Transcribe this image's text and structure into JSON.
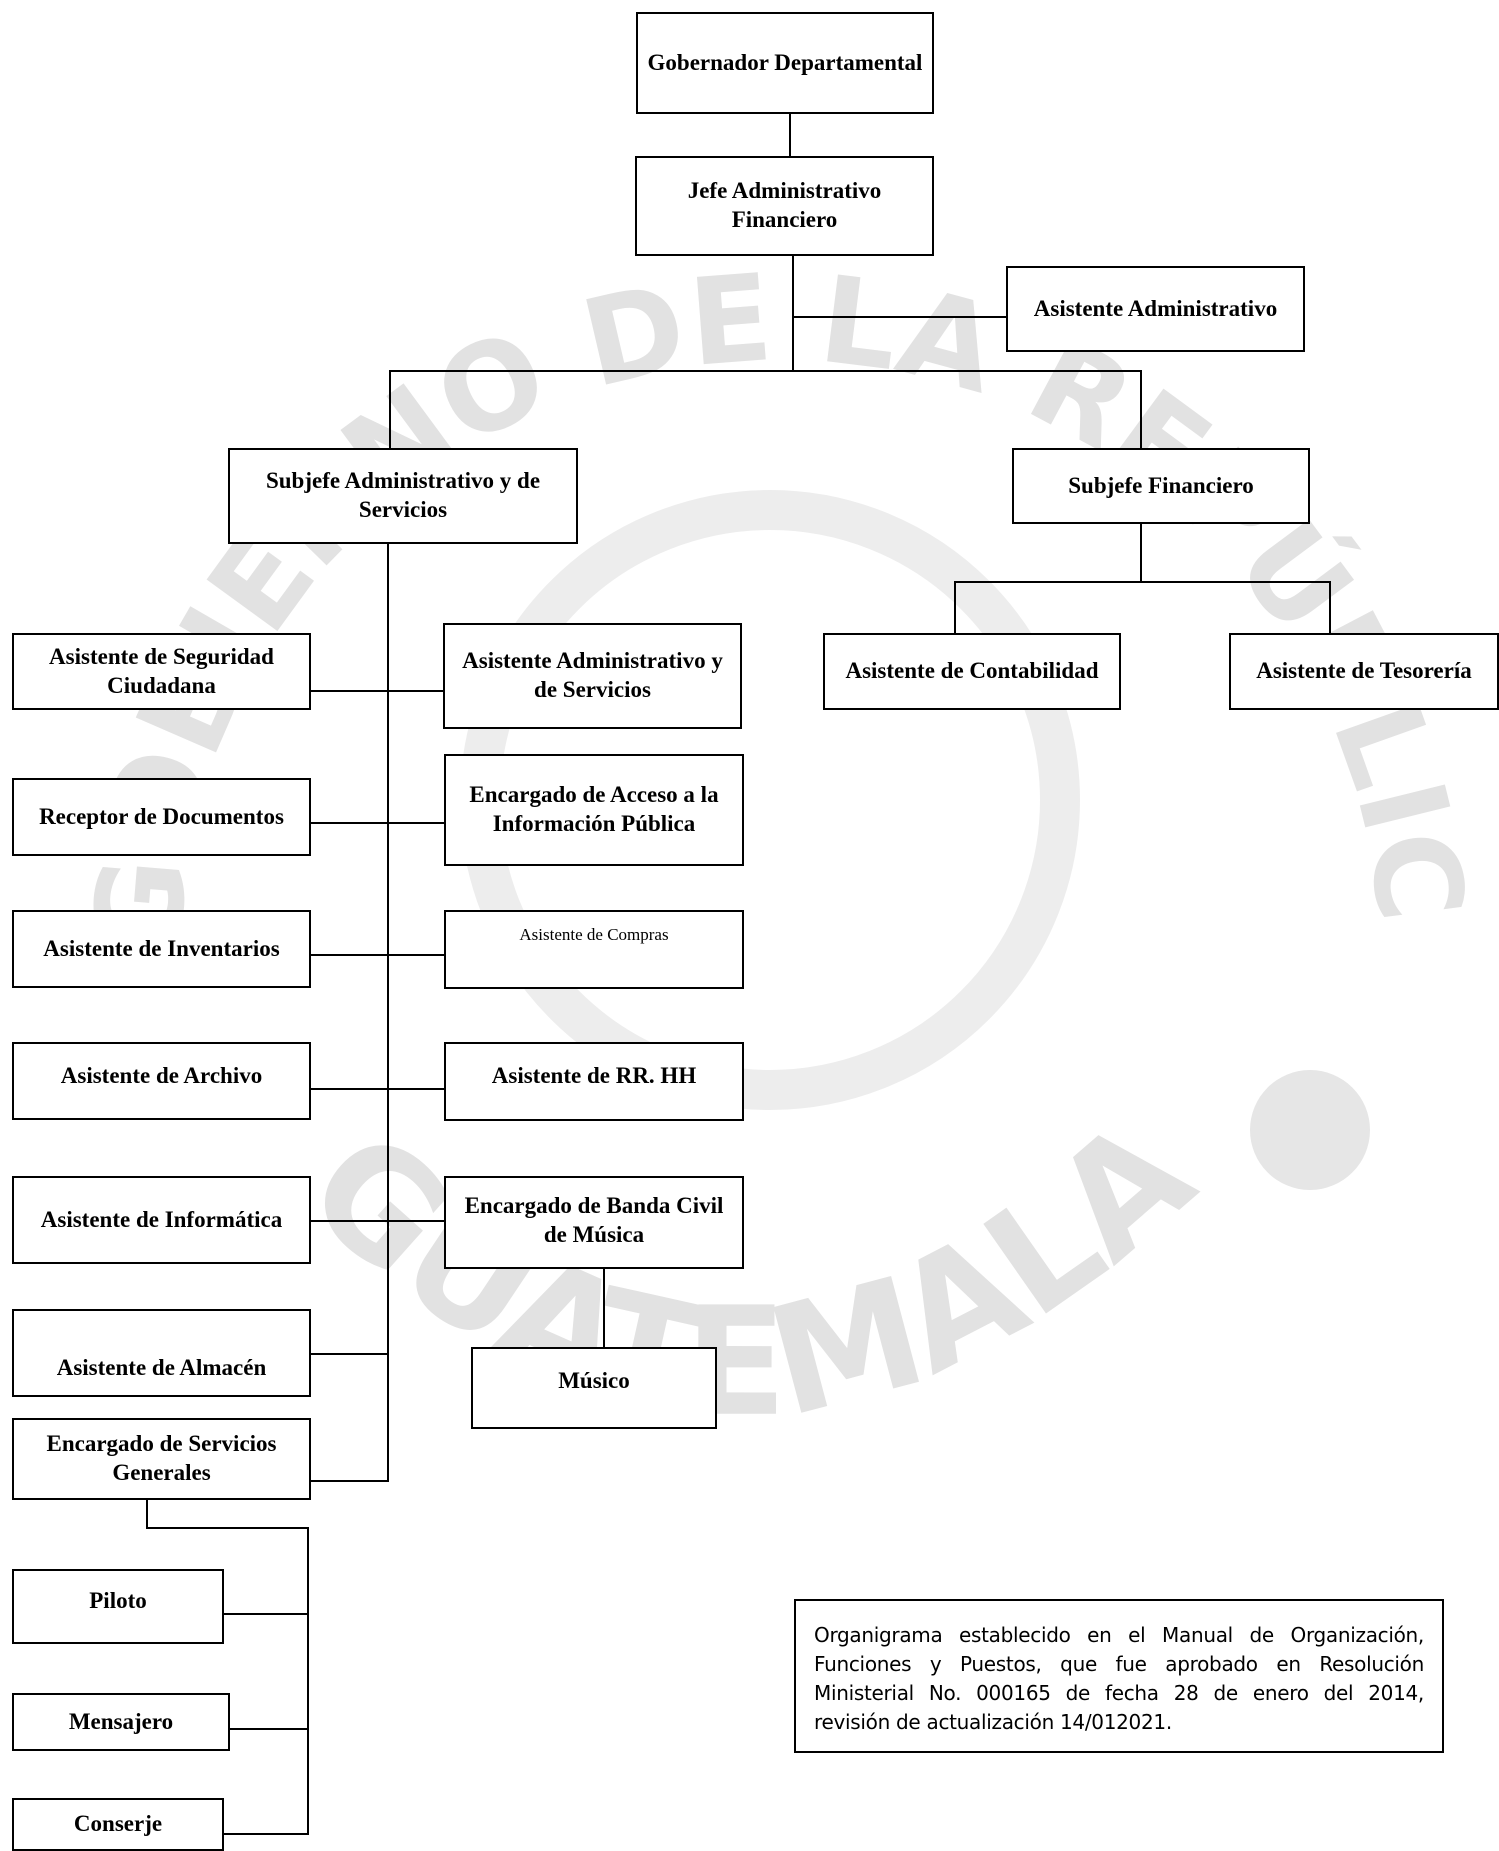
{
  "watermark": {
    "arc_top": "GOBIERNO DE LA REPÚBLICA",
    "arc_bottom": "GUATEMALA"
  },
  "org": {
    "gobernador": "Gobernador Departamental",
    "jefe_admin_fin": "Jefe Administrativo Financiero",
    "asistente_admin": "Asistente Administrativo",
    "subjefe_admin_serv": "Subjefe Administrativo y de Servicios",
    "subjefe_fin": "Subjefe Financiero",
    "asist_contabilidad": "Asistente de Contabilidad",
    "asist_tesoreria": "Asistente de Tesorería",
    "asist_seguridad": "Asistente de Seguridad Ciudadana",
    "asist_admin_serv": "Asistente Administrativo y de Servicios",
    "receptor_docs": "Receptor de Documentos",
    "enc_acceso_info": "Encargado de Acceso a la Información Pública",
    "asist_inventarios": "Asistente de Inventarios",
    "asist_compras": "Asistente de Compras",
    "asist_archivo": "Asistente de Archivo",
    "asist_rrhh": "Asistente de RR. HH",
    "asist_informatica": "Asistente de Informática",
    "enc_banda": "Encargado de Banda Civil de Música",
    "asist_almacen": "Asistente de Almacén",
    "musico": "Músico",
    "enc_serv_generales": "Encargado de Servicios Generales",
    "piloto": "Piloto",
    "mensajero": "Mensajero",
    "conserje": "Conserje"
  },
  "note": "Organigrama establecido en el Manual de Organización, Funciones y Puestos, que fue aprobado en Resolución Ministerial No. 000165 de fecha 28 de enero del 2014, revisión de actualización 14/012021."
}
